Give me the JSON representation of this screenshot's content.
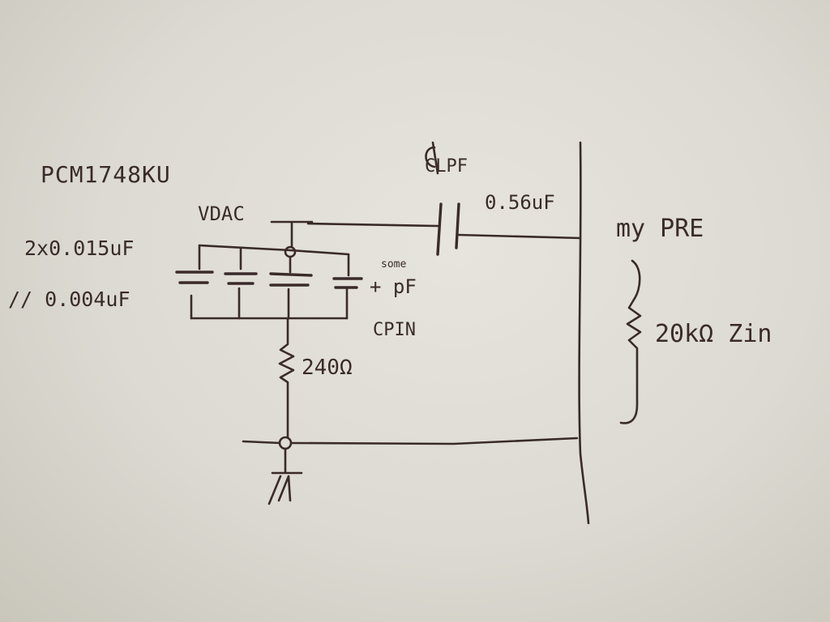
{
  "labels": {
    "part_number": "PCM1748KU",
    "vdac": "VDAC",
    "c_lpf": "CLPF",
    "c_lpf_value": "0.56uF",
    "cap_bank_line1": "2x0.015uF",
    "cap_bank_line2": "// 0.004uF",
    "parasitic_note": "some",
    "parasitic_value": "+ pF",
    "c_pin": "CPIN",
    "resistor": "240Ω",
    "next_stage": "my PRE",
    "input_impedance": "20kΩ Zin"
  }
}
